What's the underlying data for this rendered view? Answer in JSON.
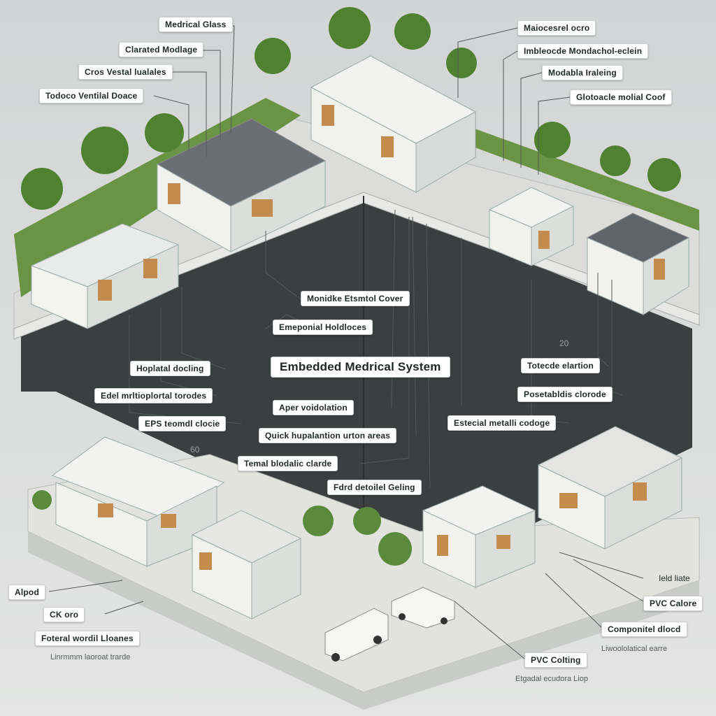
{
  "title": "Embedded Medrical System",
  "callouts": {
    "top_left": [
      "Medrical Glass",
      "Clarated Modlage",
      "Cros Vestal lualales",
      "Todoco Ventilal Doace"
    ],
    "top_right": [
      "Maiocesrel ocro",
      "Imbleocde Mondachol-eclein",
      "Modabla Iraleing",
      "Glotoacle molial Coof"
    ],
    "center": [
      "Monidke Etsmtol Cover",
      "Emeponial Holdloces",
      "Hoplatal docling",
      "Edel mrltioplortal torodes",
      "EPS teomdl clocie",
      "Aper voidolation",
      "Quick hupalantion urton areas",
      "Temal blodalic clarde",
      "Fdrd detoilel Geling"
    ],
    "right_mid": [
      "Totecde elartion",
      "Posetabldis clorode",
      "Estecial metalli codoge"
    ],
    "bottom_left": [
      "Alpod",
      "CK oro",
      "Foteral wordil Lloanes",
      "Linrmmm laoroat trarde"
    ],
    "bottom_right": [
      "Ield liate",
      "PVC Calore",
      "Componitel dlocd",
      "Liwoololatical earre",
      "PVC Colting",
      "Etgadal ecudora Liop"
    ],
    "wall_marks": [
      "20",
      "60"
    ]
  },
  "colors": {
    "wall": "#3b3f40",
    "ground": "#e1e2df",
    "module": "#f1f1ee",
    "grass": "#5b8a3c",
    "tree": "#4f8130"
  }
}
